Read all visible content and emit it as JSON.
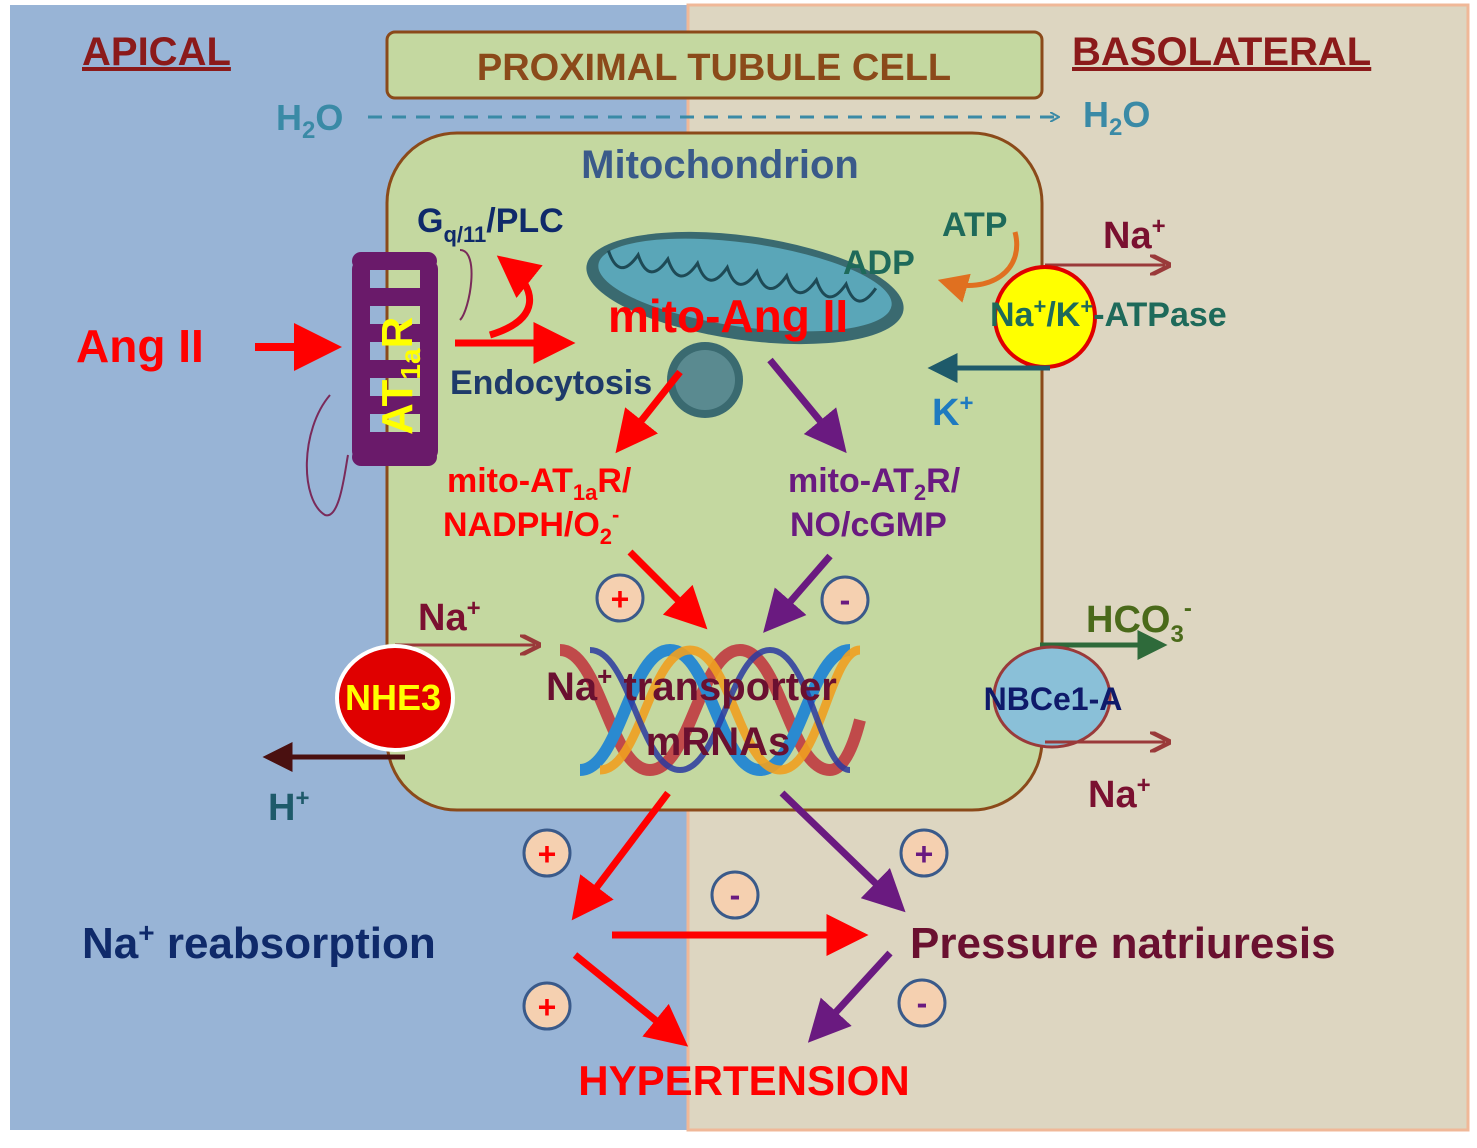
{
  "header": {
    "apical": "APICAL",
    "basolateral": "BASOLATERAL",
    "cell_title": "PROXIMAL TUBULE CELL"
  },
  "water": {
    "left": "H",
    "left_sub": "2",
    "left_end": "O",
    "right": "H",
    "right_sub": "2",
    "right_end": "O"
  },
  "cell": {
    "mito_label": "Mitochondrion",
    "gq_main": "G",
    "gq_sub": "q/11",
    "gq_end": "/PLC",
    "receptor_main": "AT",
    "receptor_sub": "1a",
    "receptor_end": "R",
    "ang2": "Ang II",
    "mito_ang2": "mito-Ang II",
    "endocytosis": "Endocytosis",
    "at1a_line1_a": "mito-AT",
    "at1a_line1_sub": "1a",
    "at1a_line1_b": "R/",
    "at1a_line2_a": "NADPH/O",
    "at1a_line2_sub": "2",
    "at1a_line2_sup": "-",
    "at2_line1_a": "mito-AT",
    "at2_line1_sub": "2",
    "at2_line1_b": "R/",
    "at2_line2": "NO/cGMP",
    "plus": "+",
    "minus": "-",
    "na_transporter_a": "Na",
    "na_transporter_sup": "+",
    "na_transporter_b": " transporter",
    "mrnas": "mRNAs"
  },
  "transporters": {
    "nhe3": "NHE3",
    "nhe3_na": "Na",
    "nhe3_na_sup": "+",
    "h": "H",
    "h_sup": "+",
    "atp": "ATP",
    "adp": "ADP",
    "na_top": "Na",
    "na_top_sup": "+",
    "nak_a": "Na",
    "nak_sup1": "+",
    "nak_b": "/K",
    "nak_sup2": "+",
    "nak_c": "-ATPase",
    "k": "K",
    "k_sup": "+",
    "hco3_a": "HCO",
    "hco3_sub": "3",
    "hco3_sup": "-",
    "nbce1": "NBCe1-A",
    "na_bottom": "Na",
    "na_bottom_sup": "+"
  },
  "outcomes": {
    "reabsorption_a": "Na",
    "reabsorption_sup": "+",
    "reabsorption_b": " reabsorption",
    "natriuresis": "Pressure natriuresis",
    "hypertension": "HYPERTENSION"
  },
  "colors": {
    "apical_bg": "#98b4d6",
    "basolateral_bg": "#ddd6c1",
    "cell_fill": "#c4d8a0",
    "cell_border": "#8b4a1a",
    "red": "#ff0000",
    "purple": "#6a1a80",
    "dark_red": "#7a1030",
    "navy": "#0f2a6a",
    "teal": "#3a8aa6",
    "green": "#2e6a3a"
  }
}
